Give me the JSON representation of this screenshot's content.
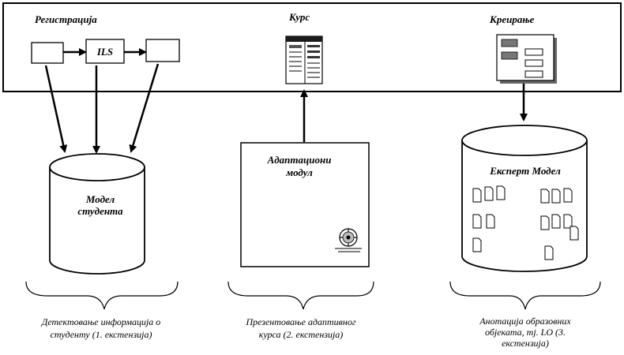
{
  "top_panel": {
    "registration_label": "Регистрација",
    "course_label": "Курс",
    "creation_label": "Креирање",
    "ils_label": "ILS"
  },
  "student_model": {
    "label_line1": "Модел",
    "label_line2": "студента"
  },
  "adaptation_module": {
    "label_line1": "Адаптациони",
    "label_line2": "модул"
  },
  "expert_model": {
    "label": "Експерт Модел"
  },
  "captions": {
    "left": [
      "Детектовање информација о",
      "студенту (1. екстензија)"
    ],
    "middle": [
      "Презентовање адаптивног",
      "курса (2. екстензија)"
    ],
    "right": [
      "Анотација образовних",
      "објеката, тј. LO (3.",
      "екстензија)"
    ]
  }
}
